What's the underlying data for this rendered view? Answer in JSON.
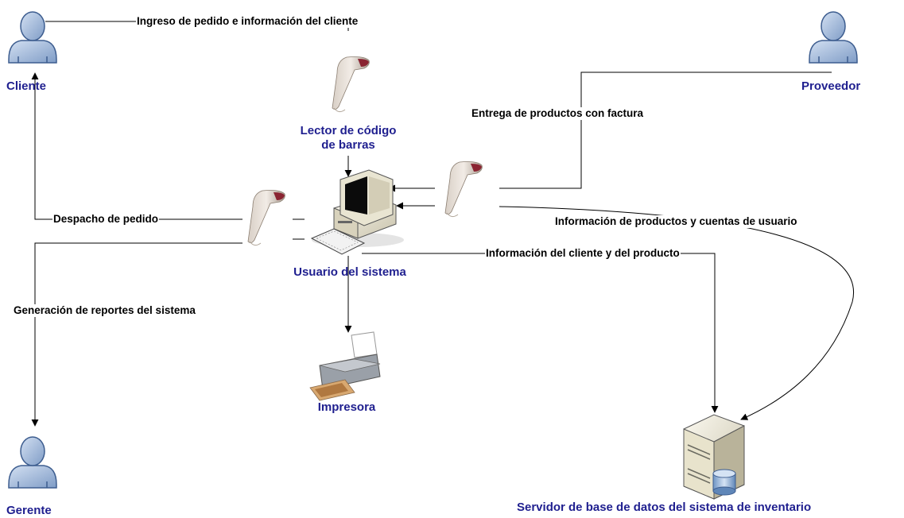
{
  "nodes": {
    "cliente": "Cliente",
    "proveedor": "Proveedor",
    "gerente": "Gerente",
    "lector": [
      "Lector de código",
      "de barras"
    ],
    "usuario": "Usuario del sistema",
    "impresora": "Impresora",
    "servidor": "Servidor de base de datos del sistema de inventario"
  },
  "edges": {
    "ingreso": "Ingreso de pedido e información del cliente",
    "entrega": "Entrega de productos con factura",
    "despacho": "Despacho de pedido",
    "info_productos": "Información de productos y cuentas de usuario",
    "info_cliente": "Información del cliente y del producto",
    "reportes": "Generación de reportes del sistema"
  },
  "colors": {
    "node_label": "#1f1f8f",
    "person_fill": "#9fb6d8",
    "person_stroke": "#3d5d8f",
    "line": "#000000"
  },
  "icons": [
    "person-icon",
    "barcode-scanner-icon",
    "computer-icon",
    "printer-icon",
    "server-icon"
  ]
}
